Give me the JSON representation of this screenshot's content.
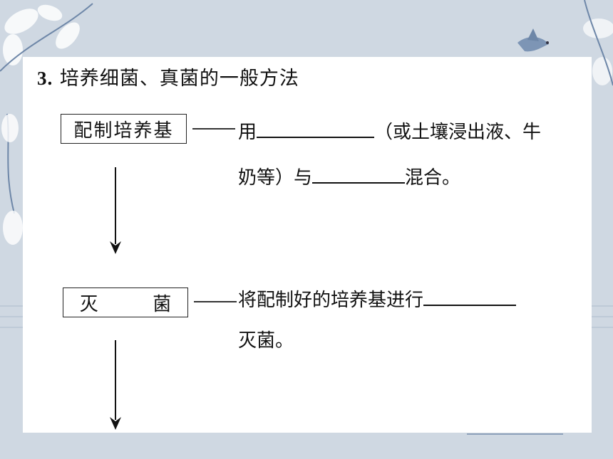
{
  "heading": {
    "number": "3.",
    "text": "培养细菌、真菌的一般方法"
  },
  "steps": [
    {
      "label": "配制培养基",
      "line1_before": "用",
      "line1_after": "（或土壤浸出液、牛",
      "line2_before": "奶等）与",
      "line2_after": "混合。"
    },
    {
      "label": "灭  菌",
      "line1_before": "将配制好的培养基进行",
      "line2_text": "灭菌。"
    }
  ]
}
